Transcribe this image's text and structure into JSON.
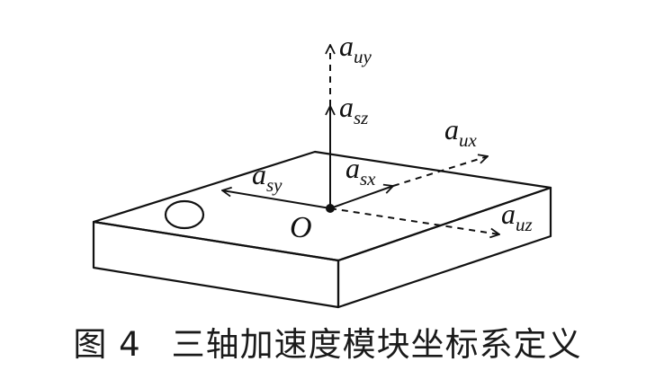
{
  "figure": {
    "origin_label": "O",
    "axes": {
      "uy": {
        "base": "a",
        "sub": "uy"
      },
      "sz": {
        "base": "a",
        "sub": "sz"
      },
      "ux": {
        "base": "a",
        "sub": "ux"
      },
      "sx": {
        "base": "a",
        "sub": "sx"
      },
      "sy": {
        "base": "a",
        "sub": "sy"
      },
      "uz": {
        "base": "a",
        "sub": "uz"
      }
    }
  },
  "caption": {
    "number": "图 4",
    "title": "三轴加速度模块坐标系定义"
  },
  "colors": {
    "line": "#111111",
    "background": "#ffffff"
  }
}
